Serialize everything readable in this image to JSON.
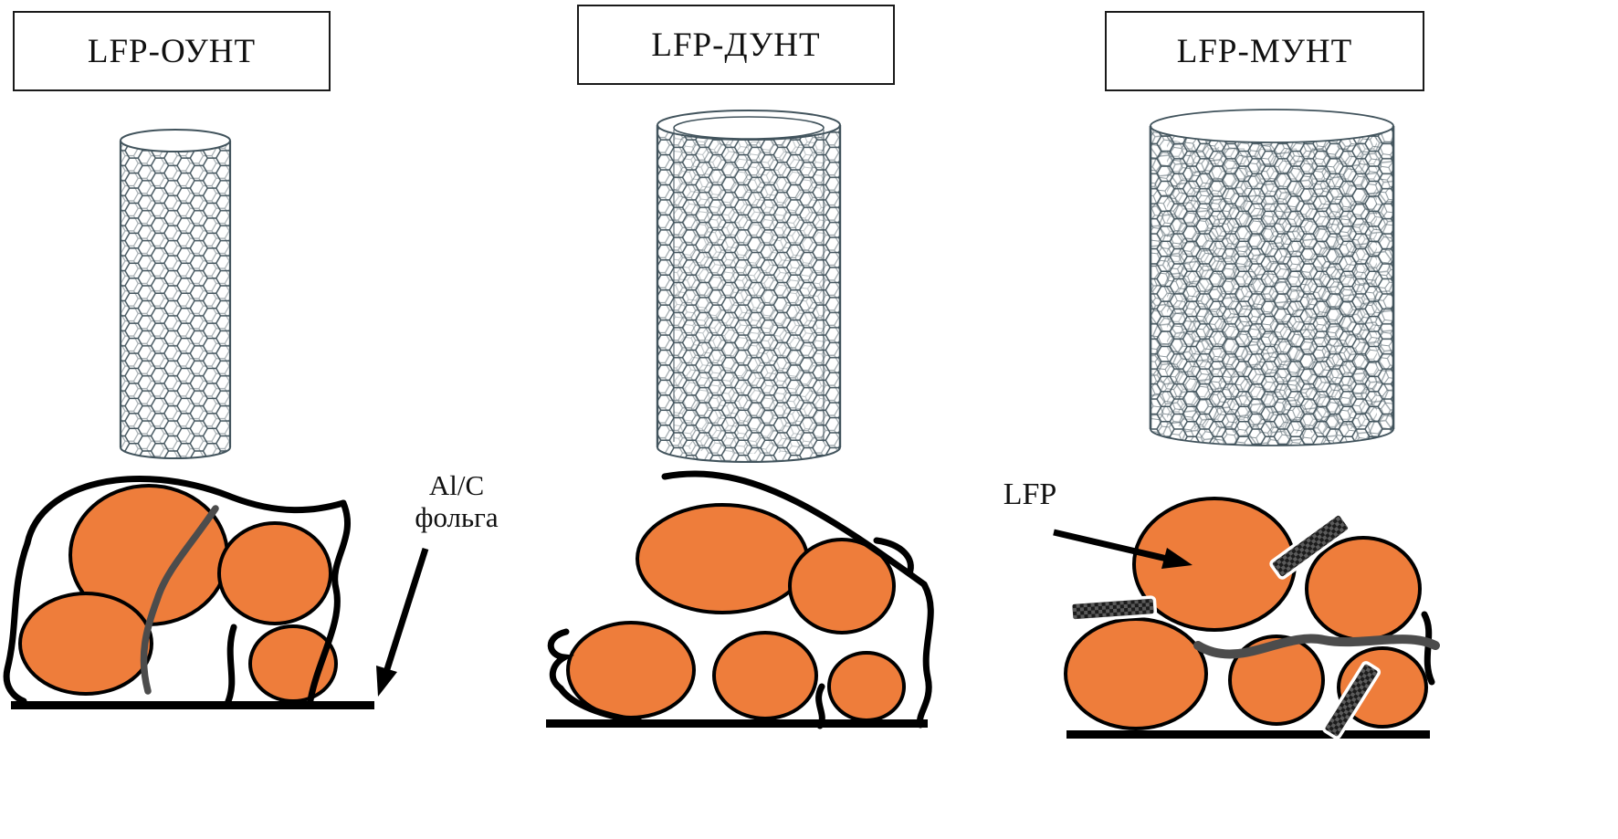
{
  "figure": {
    "panels": [
      {
        "id": "ount",
        "title": "LFP-ОУНТ"
      },
      {
        "id": "dunt",
        "title": "LFP-ДУНТ"
      },
      {
        "id": "munt",
        "title": "LFP-МУНТ"
      }
    ],
    "annotations": {
      "foil_line1": "Al/C",
      "foil_line2": "фольга",
      "lfp": "LFP"
    },
    "colors": {
      "particle": "#EE7D3B",
      "outline": "#000000",
      "lattice": "#41535C",
      "gray_strand": "#4C4C4C",
      "background": "#FFFFFF"
    }
  }
}
